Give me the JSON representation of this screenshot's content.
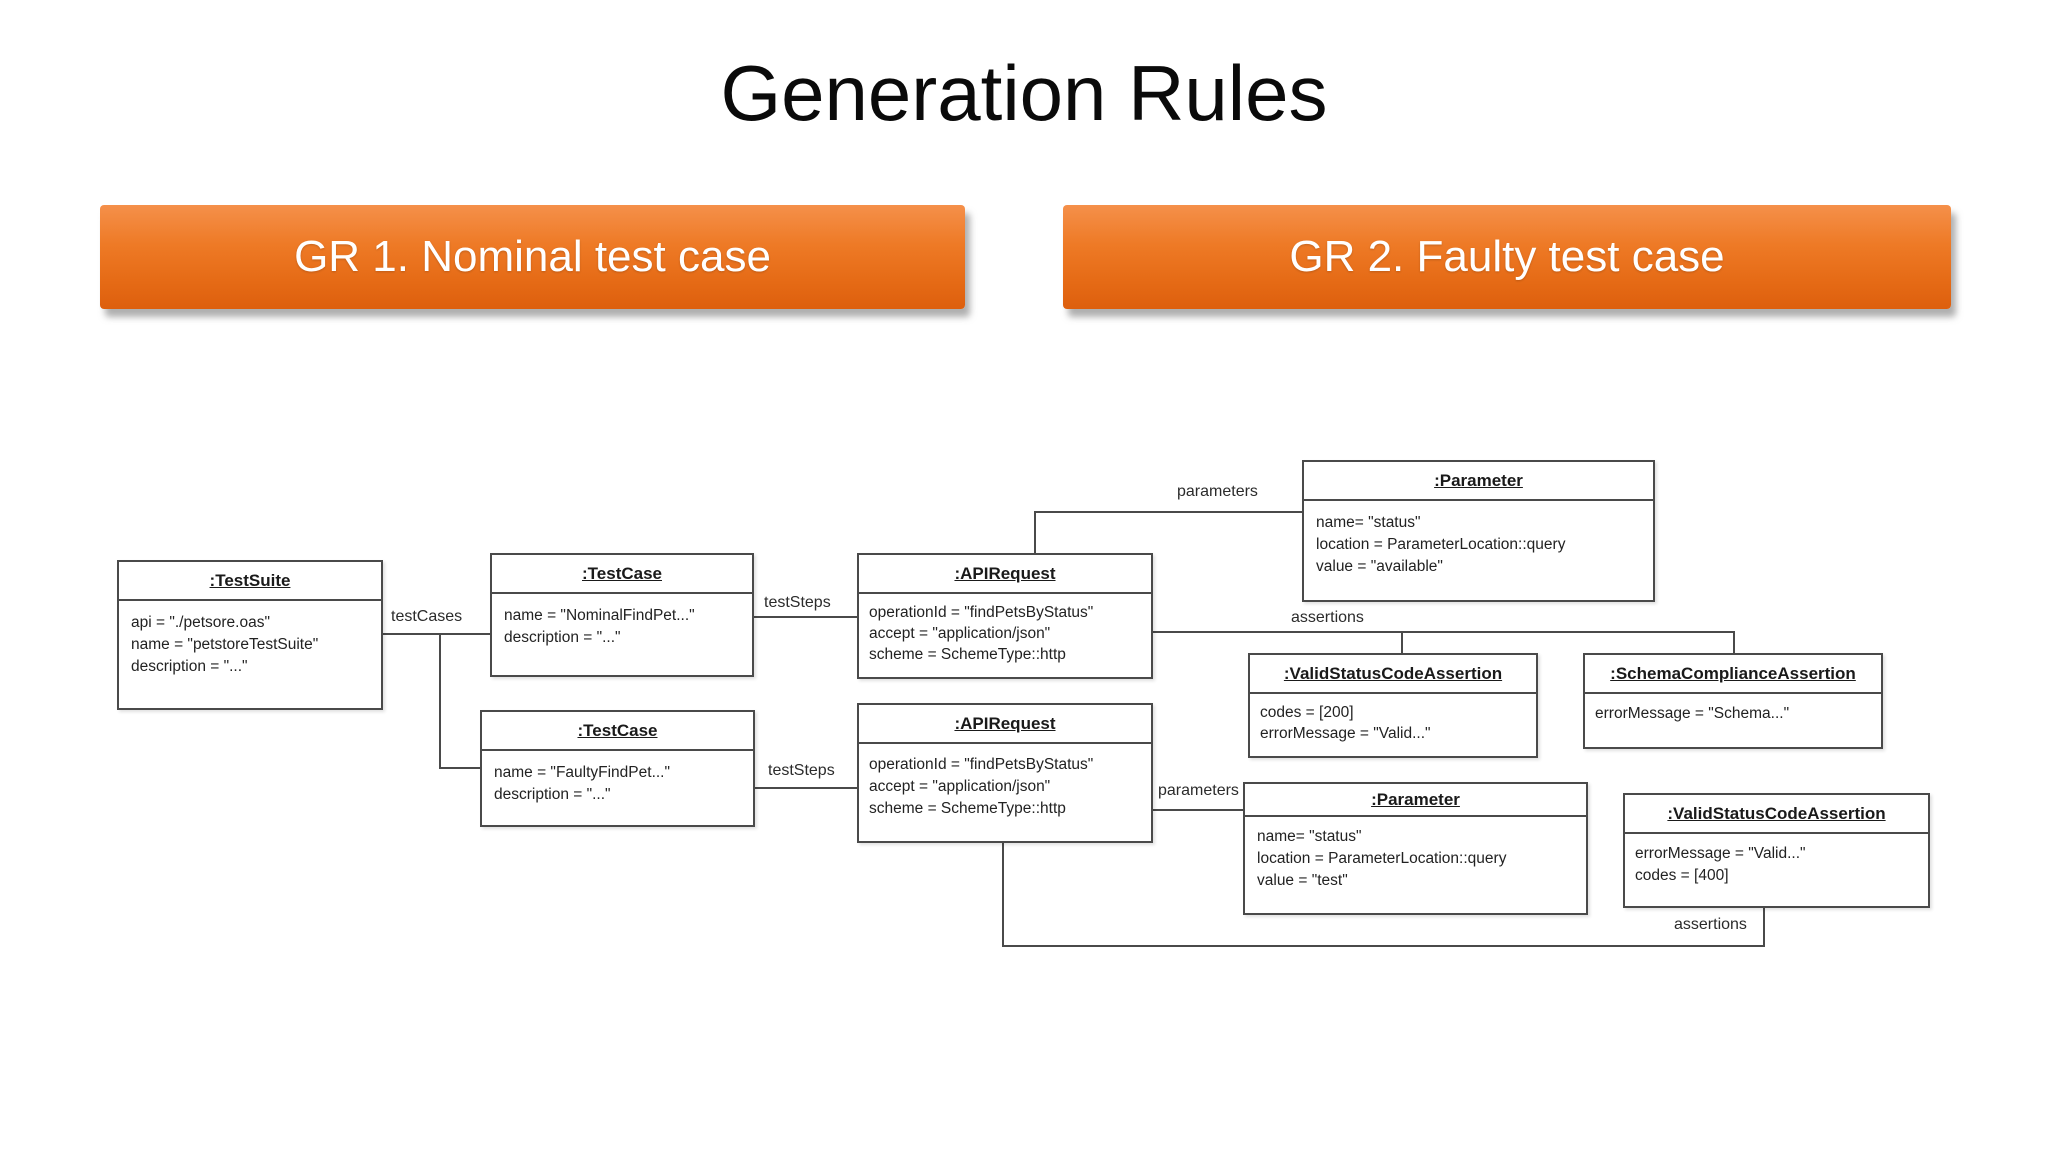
{
  "slide": {
    "title": "Generation Rules"
  },
  "banners": [
    {
      "label": "GR 1. Nominal test case"
    },
    {
      "label": "GR 2. Faulty test case"
    }
  ],
  "colors": {
    "banner_gradient_top": "#f5904a",
    "banner_gradient_bottom": "#dd5f0e",
    "banner_text": "#ffffff",
    "box_border": "#4a4a4a",
    "box_background": "#ffffff",
    "connector_line": "#4a4a4a",
    "title_text": "#0a0a0a"
  },
  "diagram": {
    "nodes": [
      {
        "title": ":TestSuite",
        "attrs": [
          "api = \"./petsore.oas\"",
          "name = \"petstoreTestSuite\"",
          "description = \"...\""
        ]
      },
      {
        "title": ":TestCase",
        "attrs": [
          "name = \"NominalFindPet...\"",
          "description = \"...\""
        ]
      },
      {
        "title": ":APIRequest",
        "attrs": [
          "operationId = \"findPetsByStatus\"",
          "accept = \"application/json\"",
          "scheme = SchemeType::http"
        ]
      },
      {
        "title": ":Parameter",
        "attrs": [
          "name= \"status\"",
          "location = ParameterLocation::query",
          "value = \"available\""
        ]
      },
      {
        "title": ":ValidStatusCodeAssertion",
        "attrs": [
          "codes = [200]",
          "errorMessage = \"Valid...\""
        ]
      },
      {
        "title": ":SchemaComplianceAssertion",
        "attrs": [
          "errorMessage = \"Schema...\""
        ]
      },
      {
        "title": ":TestCase",
        "attrs": [
          "name = \"FaultyFindPet...\"",
          "description = \"...\""
        ]
      },
      {
        "title": ":APIRequest",
        "attrs": [
          "operationId = \"findPetsByStatus\"",
          "accept = \"application/json\"",
          "scheme = SchemeType::http"
        ]
      },
      {
        "title": ":Parameter",
        "attrs": [
          "name= \"status\"",
          "location = ParameterLocation::query",
          "value = \"test\""
        ]
      },
      {
        "title": ":ValidStatusCodeAssertion",
        "attrs": [
          "errorMessage = \"Valid...\"",
          "codes = [400]"
        ]
      }
    ],
    "edge_labels": {
      "test_cases": "testCases",
      "test_steps_nominal": "testSteps",
      "test_steps_faulty": "testSteps",
      "parameters_nominal": "parameters",
      "assertions_nominal": "assertions",
      "parameters_faulty": "parameters",
      "assertions_faulty": "assertions"
    }
  }
}
